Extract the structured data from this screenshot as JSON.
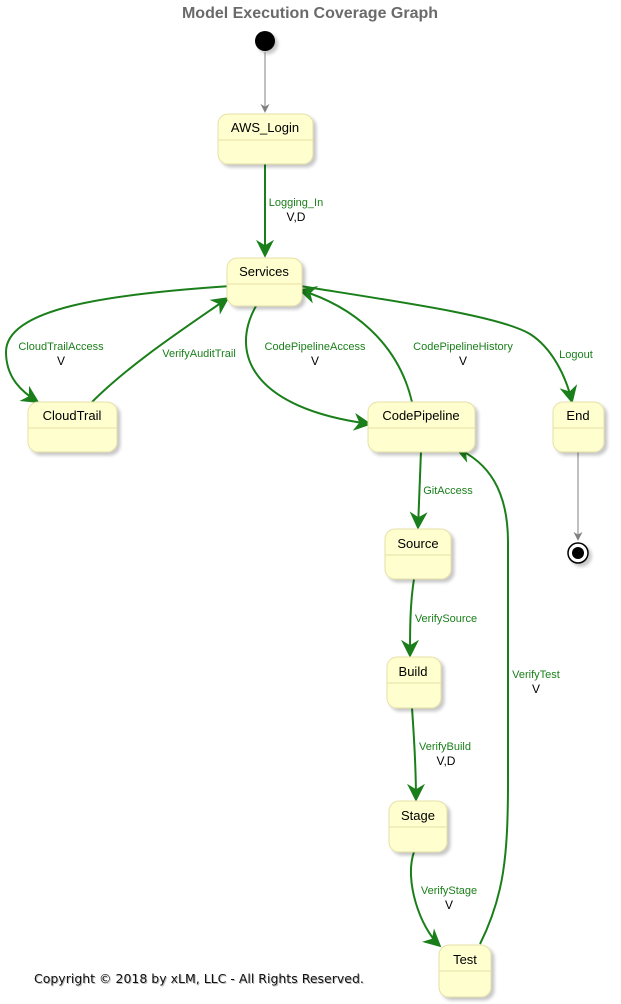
{
  "title": "Model Execution Coverage Graph",
  "colors": {
    "state_fill": "#fefece",
    "state_border": "#e6e0a8",
    "edge_green": "#1a7f1a",
    "edge_gray": "#808080",
    "title_gray": "#6a6a6a"
  },
  "states": {
    "aws_login": "AWS_Login",
    "services": "Services",
    "cloudtrail": "CloudTrail",
    "codepipeline": "CodePipeline",
    "end": "End",
    "source": "Source",
    "build": "Build",
    "stage": "Stage",
    "test": "Test"
  },
  "transitions": {
    "logging_in": {
      "label": "Logging_In",
      "marks": "V,D"
    },
    "cloudtrail_access": {
      "label": "CloudTrailAccess",
      "marks": "V"
    },
    "verify_audit_trail": {
      "label": "VerifyAuditTrail",
      "marks": ""
    },
    "codepipeline_access": {
      "label": "CodePipelineAccess",
      "marks": "V"
    },
    "codepipeline_history": {
      "label": "CodePipelineHistory",
      "marks": "V"
    },
    "logout": {
      "label": "Logout",
      "marks": ""
    },
    "git_access": {
      "label": "GitAccess",
      "marks": ""
    },
    "verify_source": {
      "label": "VerifySource",
      "marks": ""
    },
    "verify_build": {
      "label": "VerifyBuild",
      "marks": "V,D"
    },
    "verify_stage": {
      "label": "VerifyStage",
      "marks": "V"
    },
    "verify_test": {
      "label": "VerifyTest",
      "marks": "V"
    }
  },
  "copyright": "Copyright © 2018 by xLM, LLC - All Rights Reserved."
}
